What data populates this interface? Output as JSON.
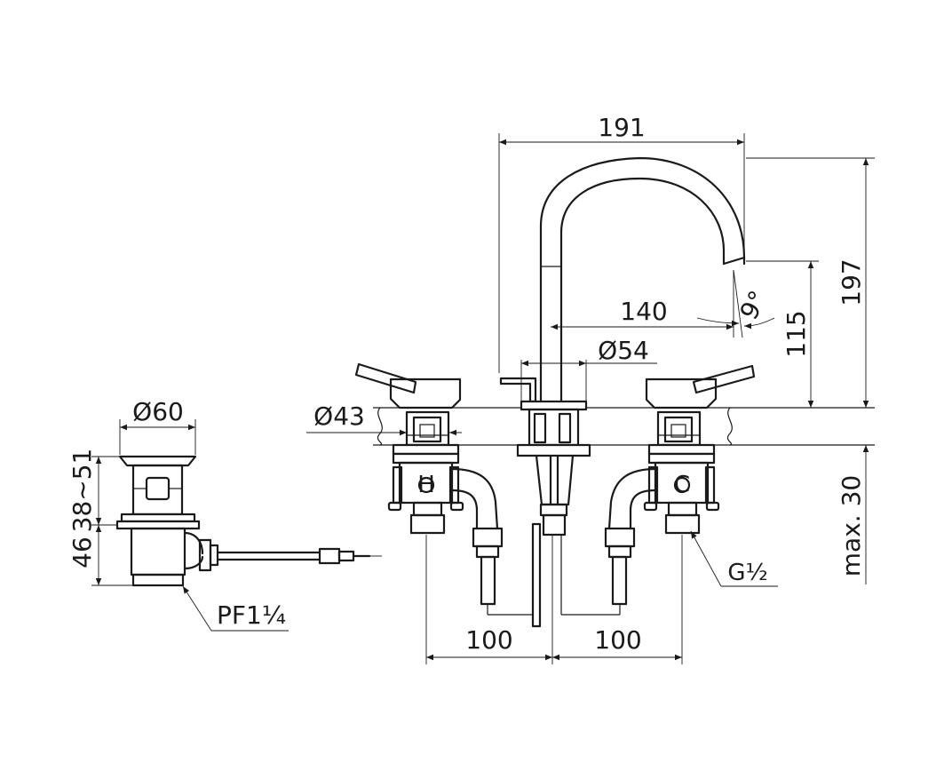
{
  "dimensions": {
    "spout_reach": "191",
    "total_height": "197",
    "spout_height": "115",
    "spout_offset": "140",
    "spout_angle": "9°",
    "spout_base_diameter": "Ø54",
    "handle_base_diameter": "Ø43",
    "deck_thickness": "max. 30",
    "left_spacing": "100",
    "right_spacing": "100",
    "connection_thread": "G½",
    "drain_diameter": "Ø60",
    "drain_range": "38~51",
    "drain_depth": "46",
    "drain_thread": "PF1¼"
  },
  "markings": {
    "hot_symbol": "H",
    "cold_symbol": "C"
  },
  "colors": {
    "line": "#1a1a1a",
    "background": "#ffffff"
  }
}
